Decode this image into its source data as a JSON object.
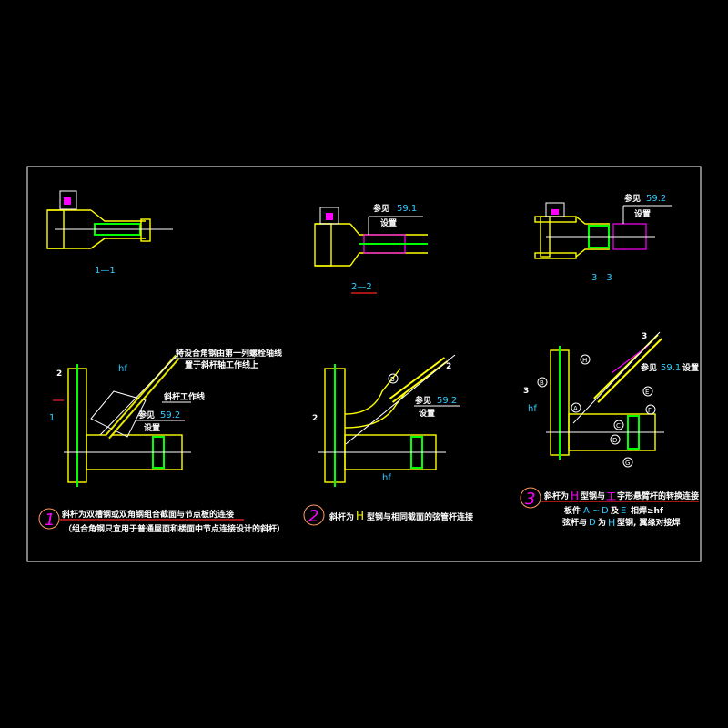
{
  "sections": [
    {
      "label": "1—1"
    },
    {
      "label": "2—2",
      "note_ref": "参见",
      "note_num": "59.1",
      "note_tail": "设置"
    },
    {
      "label": "3—3",
      "note_ref": "参见",
      "note_num": "59.2",
      "note_tail": "设置"
    }
  ],
  "details": [
    {
      "number": "1",
      "section_mark": "2",
      "section_mark2": "1",
      "title": "斜杆为双槽钢或双角钢组合截面与节点板的连接",
      "subtitle": "（组合角钢只宜用于普通屋面和楼面中节点连接设计的斜杆）",
      "note1": "特设合角钢由第一列螺栓轴线",
      "note1b": "置于斜杆轴工作线上",
      "note2": "斜杆工作线",
      "ref_prefix": "参见",
      "ref_num": "59.2",
      "ref_tail": "设置",
      "hf": "hf"
    },
    {
      "number": "2",
      "section_mark": "2",
      "section_mark2": "2",
      "title_pre": "斜杆为",
      "title_h": "H",
      "title": "型钢与相同截面的弦管杆连接",
      "ref_prefix": "参见",
      "ref_num": "59.2",
      "ref_tail": "设置",
      "circle": "B",
      "hf": "hf"
    },
    {
      "number": "3",
      "section_mark": "3",
      "section_mark2": "3",
      "title_pre": "斜杆为",
      "title_h": "H",
      "title_mid": "型钢与",
      "title_i": "工",
      "title": "字形悬臂杆的转换连接",
      "line2_a": "板件",
      "line2_b": "A",
      "line2_c": "~",
      "line2_d": "D",
      "line2_e": "及",
      "line2_f": "E",
      "line2_g": "相焊≥hf",
      "line3_a": "弦杆与",
      "line3_b": "D",
      "line3_c": "为",
      "line3_d": "H",
      "line3_e": "型钢, 翼缘对接焊",
      "ref_prefix": "参见",
      "ref_num": "59.1",
      "ref_tail": "设置",
      "circles": [
        "A",
        "B",
        "C",
        "D",
        "E",
        "F",
        "G",
        "H"
      ],
      "hf": "hf"
    }
  ]
}
